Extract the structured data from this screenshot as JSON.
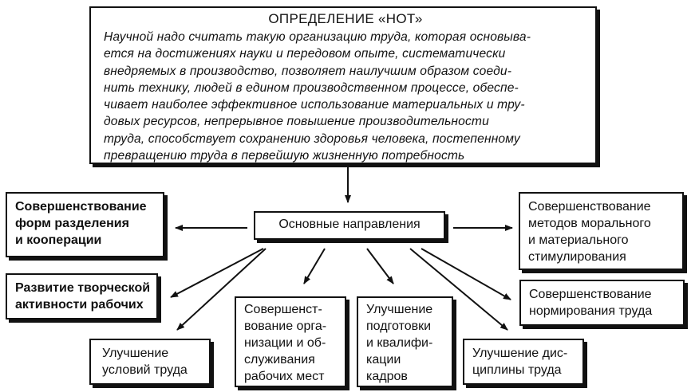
{
  "definition": {
    "title": "ОПРЕДЕЛЕНИЕ «НОТ»",
    "lines": [
      "Научной надо считать такую организацию труда, которая основыва-",
      "ется на достижениях науки и передовом опыте, систематически",
      "внедряемых в производство, позволяет наилучшим образом соеди-",
      "нить технику, людей в едином производственном процессе, обеспе-",
      "чивает наиболее эффективное использование материальных и тру-",
      "довых ресурсов, непрерывное повышение производительности",
      "труда, способствует сохранению здоровья человека, постепенному",
      "превращению труда в первейшую жизненную потребность"
    ]
  },
  "center": {
    "label": "Основные направления"
  },
  "directions": {
    "division": [
      "Совершенствование",
      "форм разделения",
      "и кооперации"
    ],
    "motivation": [
      "Совершенствование",
      "методов морального",
      "и материального",
      "стимулирования"
    ],
    "creativity": [
      "Развитие творческой",
      "активности рабочих"
    ],
    "norms": [
      "Совершенствование",
      "нормирования труда"
    ],
    "conditions": [
      "Улучшение",
      "условий труда"
    ],
    "workplace": [
      "Совершенст-",
      "вование орга-",
      "низации и об-",
      "служивания",
      "рабочих мест"
    ],
    "training": [
      "Улучшение",
      "подготовки",
      "и квалифи-",
      "кации",
      "кадров"
    ],
    "discipline": [
      "Улучшение дис-",
      "циплины труда"
    ]
  }
}
